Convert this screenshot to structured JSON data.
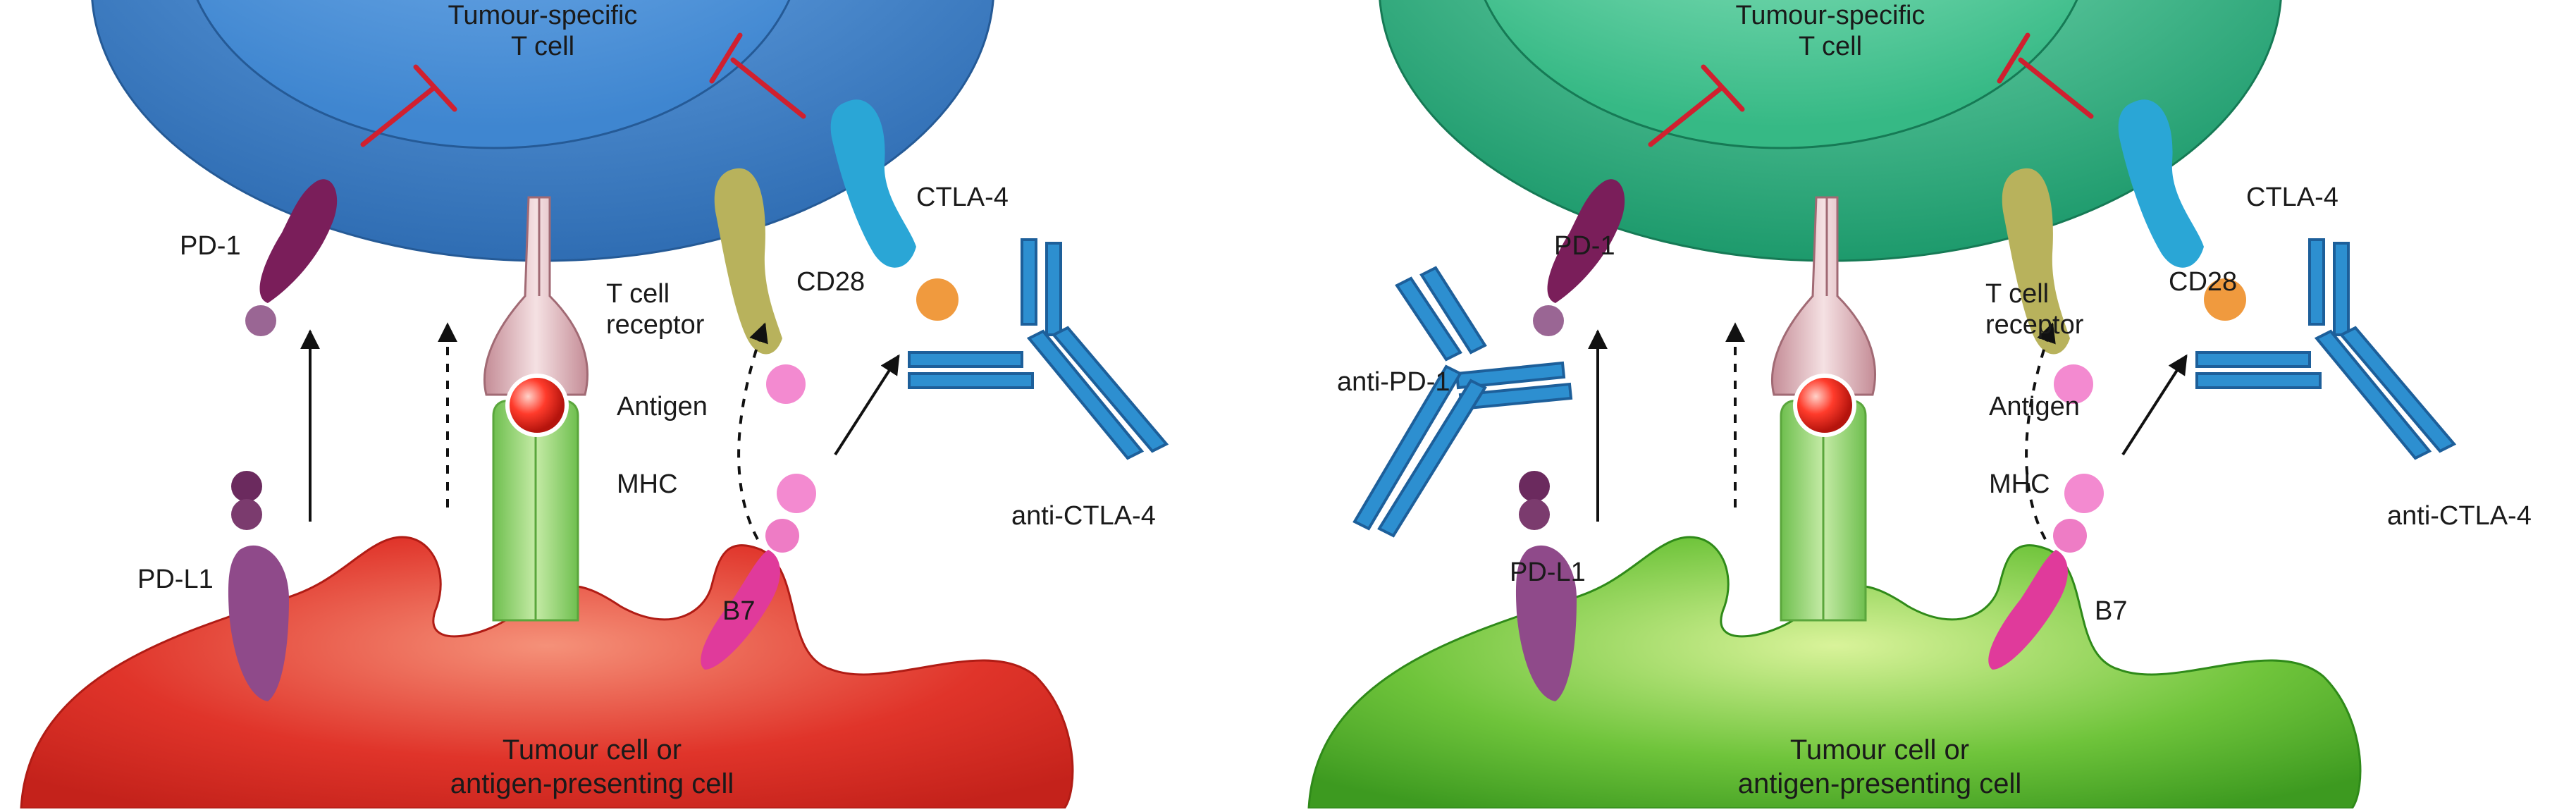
{
  "panels": [
    {
      "id": "left",
      "t_cell_label": [
        "Tumour-specific",
        "T cell"
      ],
      "tumour_label": [
        "Tumour cell or",
        "antigen-presenting cell"
      ],
      "labels": {
        "pd1": "PD-1",
        "pdl1": "PD-L1",
        "tcr": [
          "T cell",
          "receptor"
        ],
        "antigen": "Antigen",
        "mhc": "MHC",
        "cd28": "CD28",
        "b7": "B7",
        "ctla4": "CTLA-4",
        "anti_ctla4": "anti-CTLA-4"
      },
      "colors": {
        "t_cell_outer": "#2f6db3",
        "t_cell_inner": "#4a90d9",
        "tumour": "#e0342a",
        "tumour_highlight": "#f37b63"
      }
    },
    {
      "id": "right",
      "t_cell_label": [
        "Tumour-specific",
        "T cell"
      ],
      "tumour_label": [
        "Tumour cell or",
        "antigen-presenting cell"
      ],
      "labels": {
        "pd1": "PD-1",
        "anti_pd1": "anti-PD-1",
        "pdl1": "PD-L1",
        "tcr": [
          "T cell",
          "receptor"
        ],
        "antigen": "Antigen",
        "mhc": "MHC",
        "cd28": "CD28",
        "b7": "B7",
        "ctla4": "CTLA-4",
        "anti_ctla4": "anti-CTLA-4"
      },
      "colors": {
        "t_cell_outer": "#1d9a6c",
        "t_cell_inner": "#3fc38f",
        "tumour": "#4bb52c",
        "tumour_highlight": "#b5e36c"
      }
    }
  ],
  "colors": {
    "inhibition": "#d0202f",
    "pd1": "#7a1e5a",
    "pdl1": "#8f4a8a",
    "pdl1_ligand": "#6b2a5e",
    "tcr": "#e9c9cd",
    "antigen": "#e5231b",
    "mhc": "#8fd16d",
    "cd28": "#b8b25c",
    "b7": "#e03a9b",
    "b7_ligand": "#f38ad0",
    "ctla4": "#2aa6d6",
    "ctla4_ligand": "#f09a3e",
    "antibody": "#2d8fd0",
    "antibody_dark": "#1d5f9a",
    "arrow": "#111111"
  },
  "icons": {
    "inhibition": "inhibition-bar-icon",
    "antibody": "antibody-icon",
    "arrow": "arrow-icon",
    "dashed_arrow": "dashed-arrow-icon"
  }
}
